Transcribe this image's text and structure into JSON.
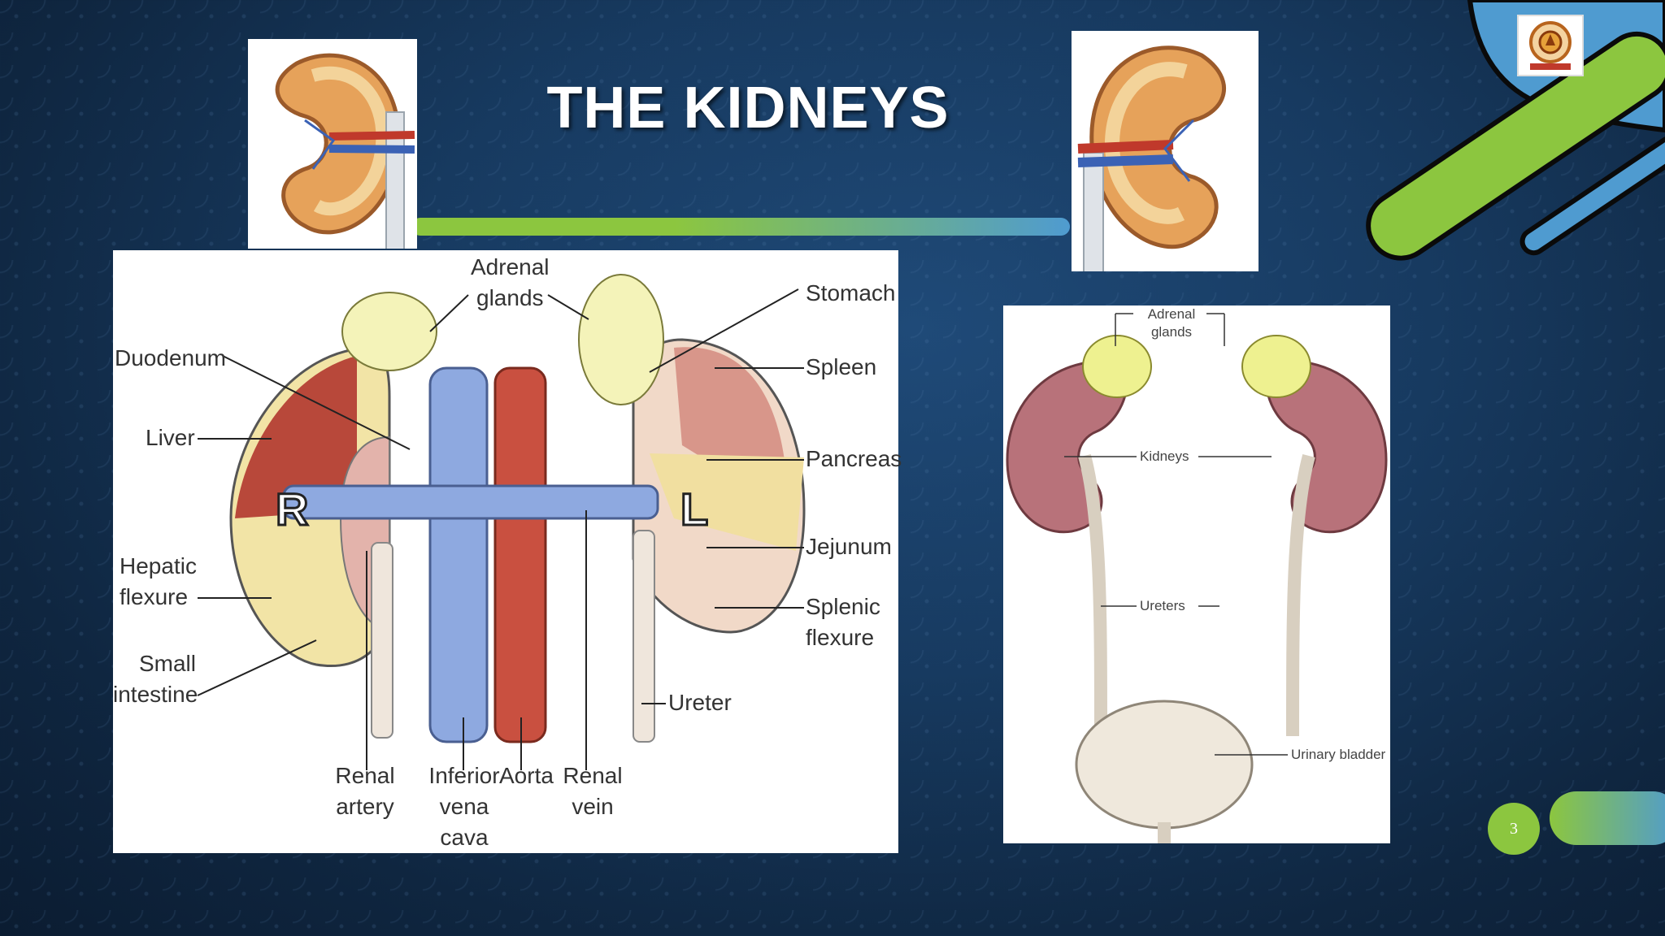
{
  "slide": {
    "title": "THE KIDNEYS",
    "page_number": "3",
    "colors": {
      "accent_green": "#8cc63f",
      "accent_blue": "#4f9bd0",
      "background": "#173a60"
    },
    "logo_icon": "institution-seal-icon"
  },
  "left_diagram": {
    "labels": {
      "adrenal_glands": [
        "Adrenal",
        "glands"
      ],
      "stomach": "Stomach",
      "duodenum": "Duodenum",
      "spleen": "Spleen",
      "liver": "Liver",
      "pancreas": "Pancreas",
      "right_marker": "R",
      "left_marker": "L",
      "jejunum": "Jejunum",
      "hepatic_flexure": [
        "Hepatic",
        "flexure"
      ],
      "splenic_flexure": [
        "Splenic",
        "flexure"
      ],
      "small_intestine": [
        "Small",
        "intestine"
      ],
      "ureter": "Ureter",
      "renal_artery": [
        "Renal",
        "artery"
      ],
      "inferior_vena_cava": [
        "Inferior",
        "vena",
        "cava"
      ],
      "aorta": "Aorta",
      "renal_vein": [
        "Renal",
        "vein"
      ]
    }
  },
  "right_diagram": {
    "labels": {
      "adrenal_glands": [
        "Adrenal",
        "glands"
      ],
      "kidneys": "Kidneys",
      "ureters": "Ureters",
      "urinary_bladder": "Urinary bladder"
    }
  }
}
